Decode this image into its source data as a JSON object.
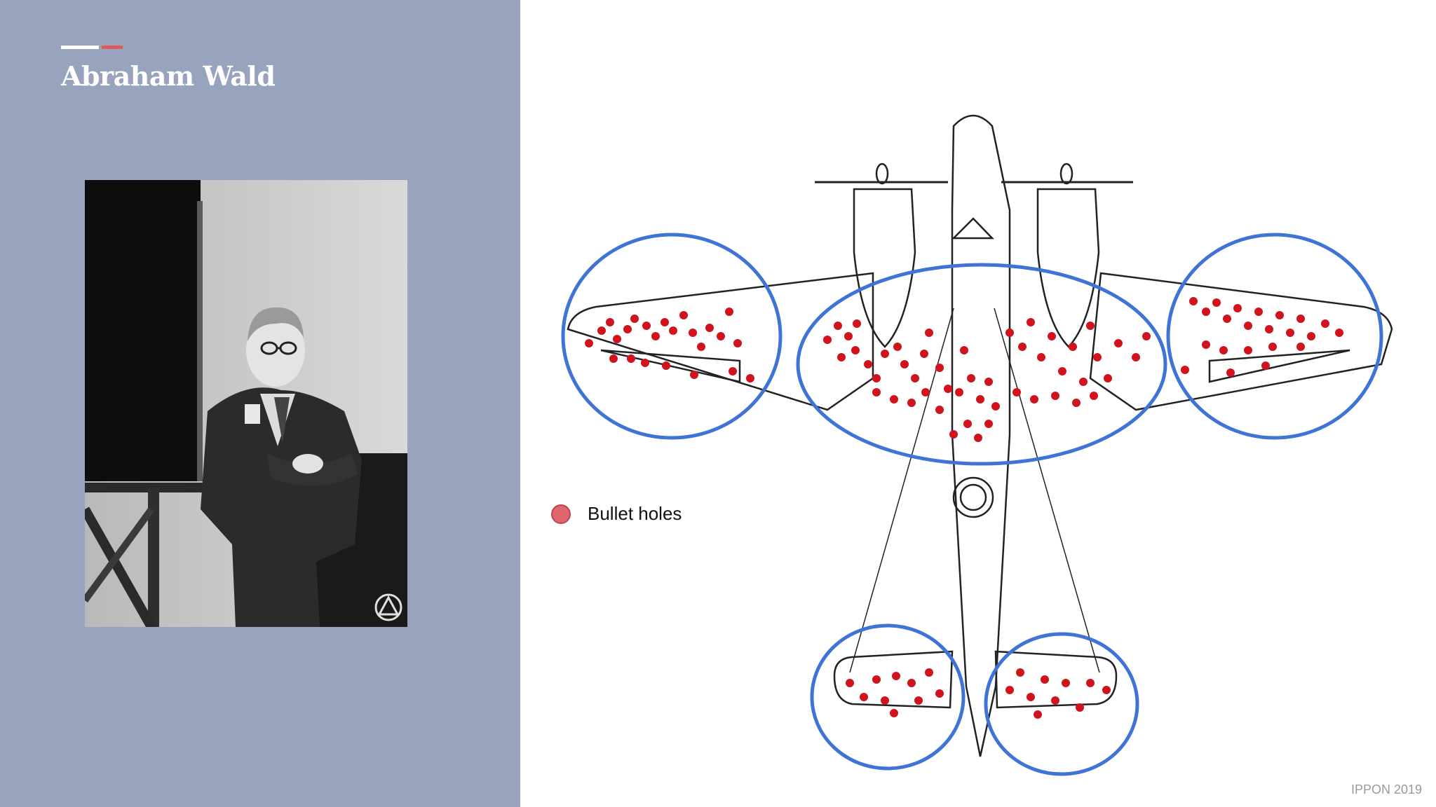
{
  "slide": {
    "title": "Abraham Wald",
    "footer": "IPPON 2019",
    "colors": {
      "panel": "#98a4bd",
      "accent_red": "#e05a5a",
      "hole": "#d0141e",
      "ring": "#3f73d6"
    }
  },
  "photo": {
    "icon": "portrait-photo",
    "caption": ""
  },
  "diagram": {
    "icon": "airplane-diagram"
  },
  "legend": {
    "label": "Bullet holes",
    "icon": "red-dot-icon"
  }
}
